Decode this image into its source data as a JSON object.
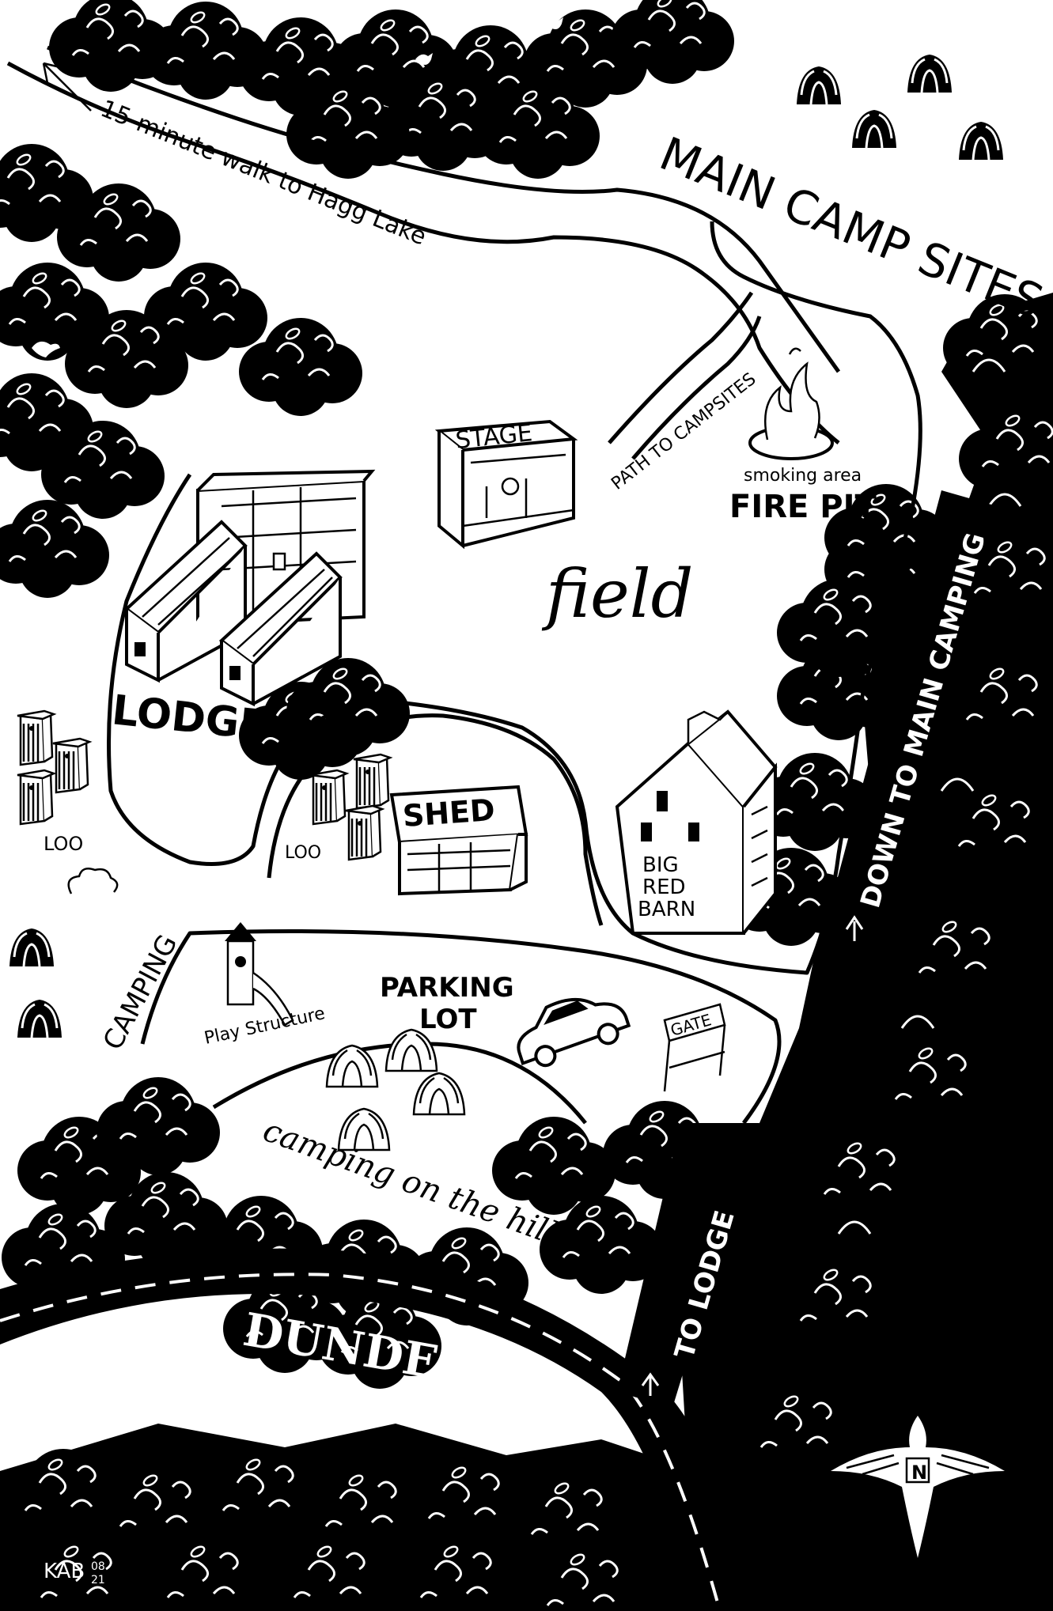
{
  "map": {
    "labels": {
      "walk_to_lake": "15-minute walk to Hagg Lake",
      "main_camp_sites": "MAIN CAMP SITES",
      "path_to_campsites": "PATH TO CAMPSITES",
      "stage": "STAGE",
      "smoking_area": "smoking area",
      "fire_pit": "FIRE PIT",
      "field": "field",
      "lodge": "LODGE",
      "down_to_main_camping": "DOWN TO MAIN CAMPING",
      "loo_left": "LOO",
      "loo_middle": "LOO",
      "shed": "SHED",
      "big": "BIG",
      "red": "RED",
      "barn": "BARN",
      "camping_left": "CAMPING",
      "parking": "PARKING",
      "lot": "LOT",
      "play_structure": "Play Structure",
      "gate": "GATE",
      "camping_on_hill": "camping on the hill",
      "to_lodge": "TO LODGE",
      "dundee_rd": "DUNDEE RD.",
      "north": "N",
      "signature": "KAB",
      "date_top": "08",
      "date_bottom": "21"
    },
    "colors": {
      "ink": "#000000",
      "paper": "#ffffff"
    },
    "icons": [
      "tree-icon",
      "tent-icon",
      "bird-icon",
      "car-icon",
      "outhouse-icon",
      "fire-icon",
      "compass-bird-icon",
      "arrow-icon"
    ]
  }
}
